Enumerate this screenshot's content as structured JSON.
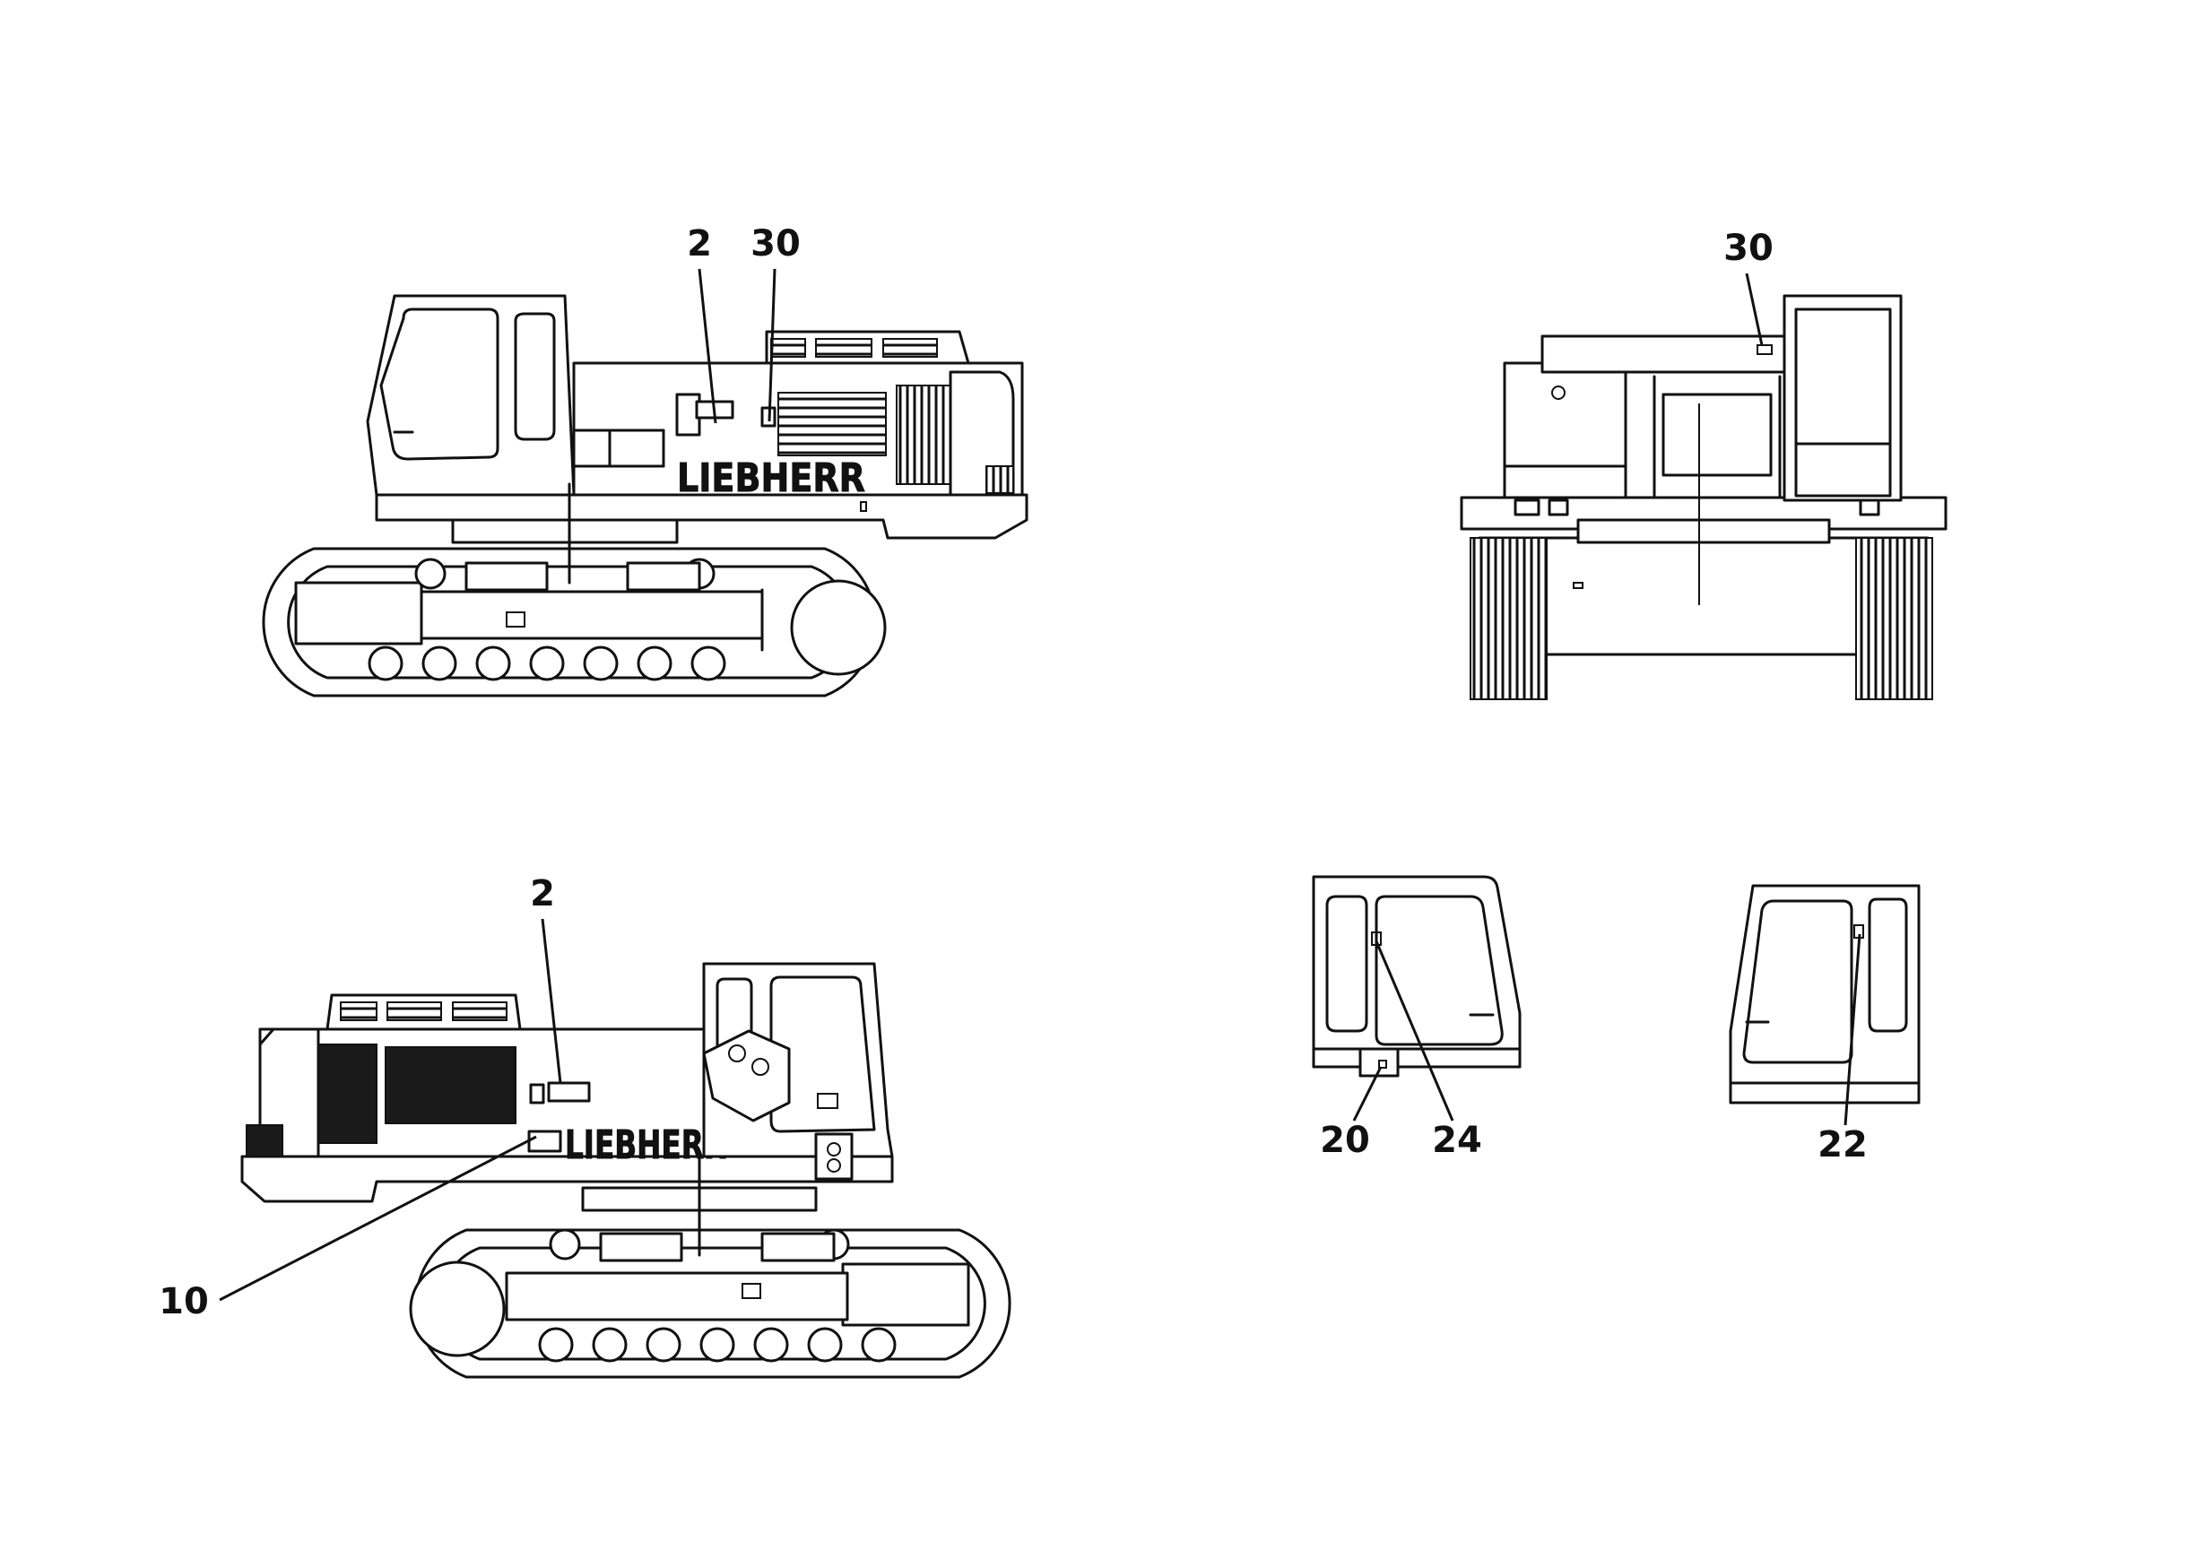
{
  "brand": "LIEBHERR",
  "callouts": {
    "side_left_2": "2",
    "side_left_30": "30",
    "rear_30": "30",
    "side_right_2": "2",
    "side_right_10": "10",
    "cab_20": "20",
    "cab_24": "24",
    "cab_22": "22"
  }
}
